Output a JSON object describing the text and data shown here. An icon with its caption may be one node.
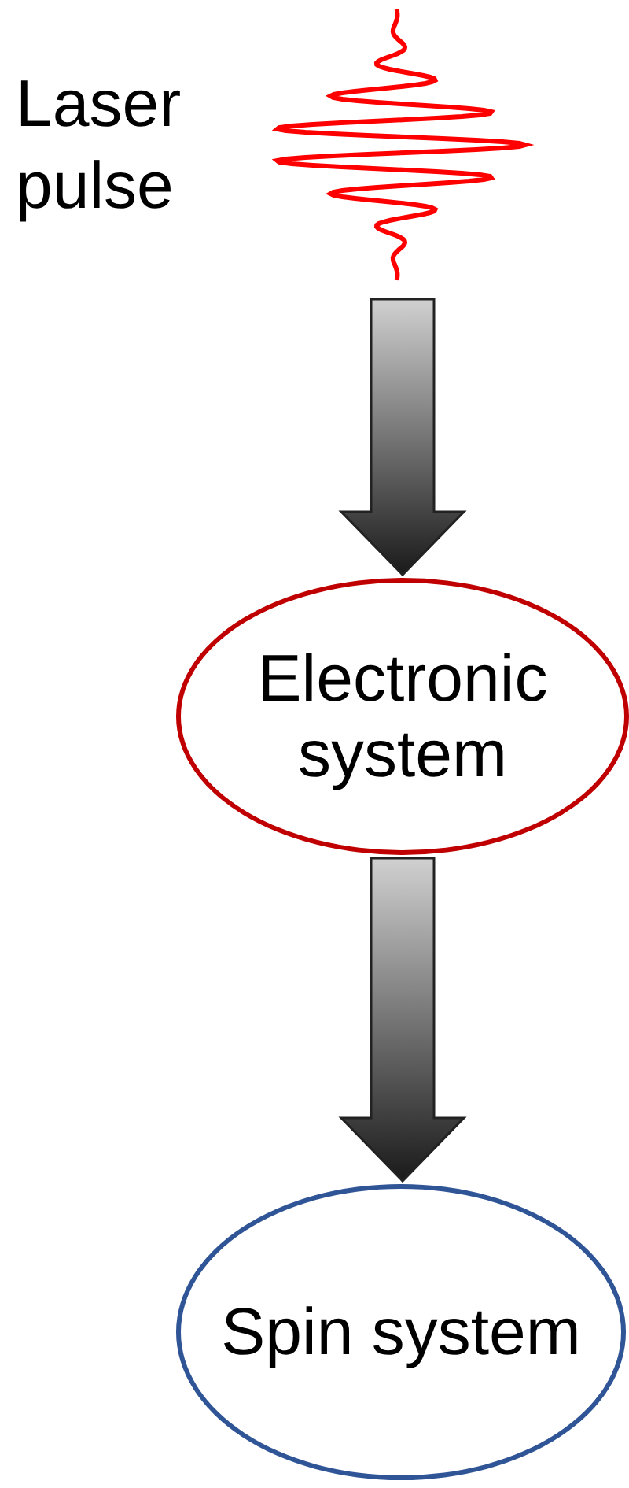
{
  "diagram": {
    "nodes": [
      {
        "text": [
          "Laser pulse"
        ]
      },
      {
        "text": [
          "Electronic system"
        ]
      },
      {
        "text": [
          "Spin system"
        ]
      }
    ],
    "edges": [
      {
        "from": 0,
        "to": 1,
        "arrow": "to",
        "style": "thick"
      },
      {
        "from": 1,
        "to": 2,
        "arrow": "to",
        "style": "thick"
      }
    ]
  }
}
